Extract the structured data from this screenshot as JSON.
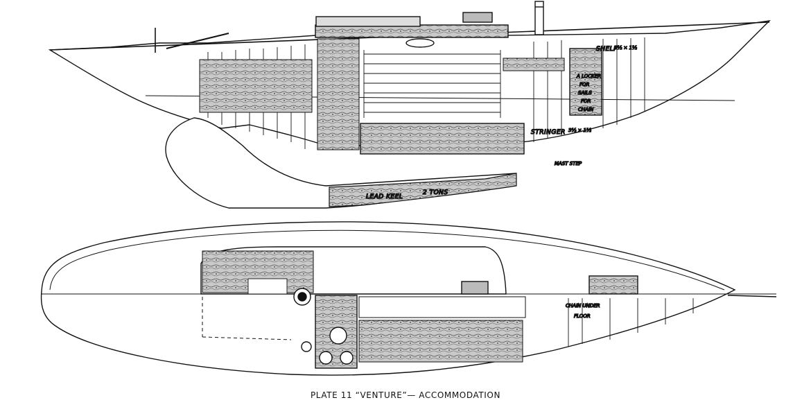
{
  "caption": "PLATE 11 “VENTURE”— ACCOMMODATION",
  "profile_labels": {
    "shelf": "SHELF",
    "shelf_size": "3½ × 1½",
    "stringer": "STRINGER",
    "stringer_size": "3½ × 1½",
    "mast_step": "MAST STEP",
    "lead_keel": "LEAD KEEL",
    "keel_weight": "2 TONS",
    "locker_line1": "A LOCKER",
    "locker_line2": "FOR",
    "locker_line3": "SAILS",
    "locker_line4": "FOR",
    "locker_line5": "CHAIN"
  },
  "plan_labels": {
    "chain_under": "CHAIN UNDER",
    "floor": "FLOOR"
  },
  "colors": {
    "ink": "#111111",
    "wood": "#9a9a9a",
    "paper": "#ffffff"
  }
}
